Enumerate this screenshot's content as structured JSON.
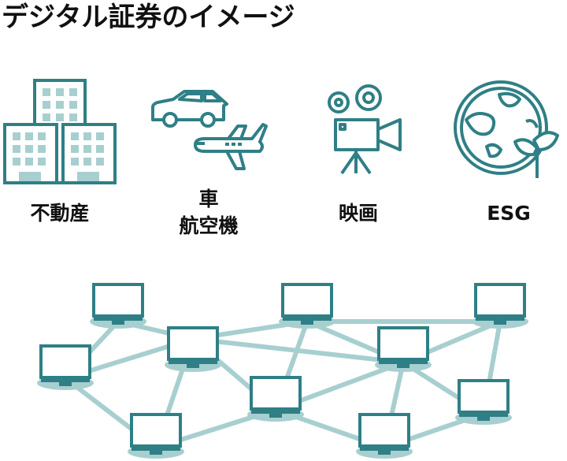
{
  "title": "デジタル証券のイメージ",
  "assets": [
    {
      "label": "不動産",
      "icon": "buildings-icon"
    },
    {
      "label_line1": "車",
      "label_line2": "航空機",
      "icon": "car-airplane-icon"
    },
    {
      "label": "映画",
      "icon": "movie-camera-icon"
    },
    {
      "label": "ESG",
      "icon": "globe-sprout-icon"
    }
  ],
  "colors": {
    "icon_stroke": "#2f7f86",
    "network_line": "#a8cfcf",
    "monitor_frame": "#2f7f86",
    "node_shadow": "#a8cfcf",
    "text": "#111111"
  }
}
